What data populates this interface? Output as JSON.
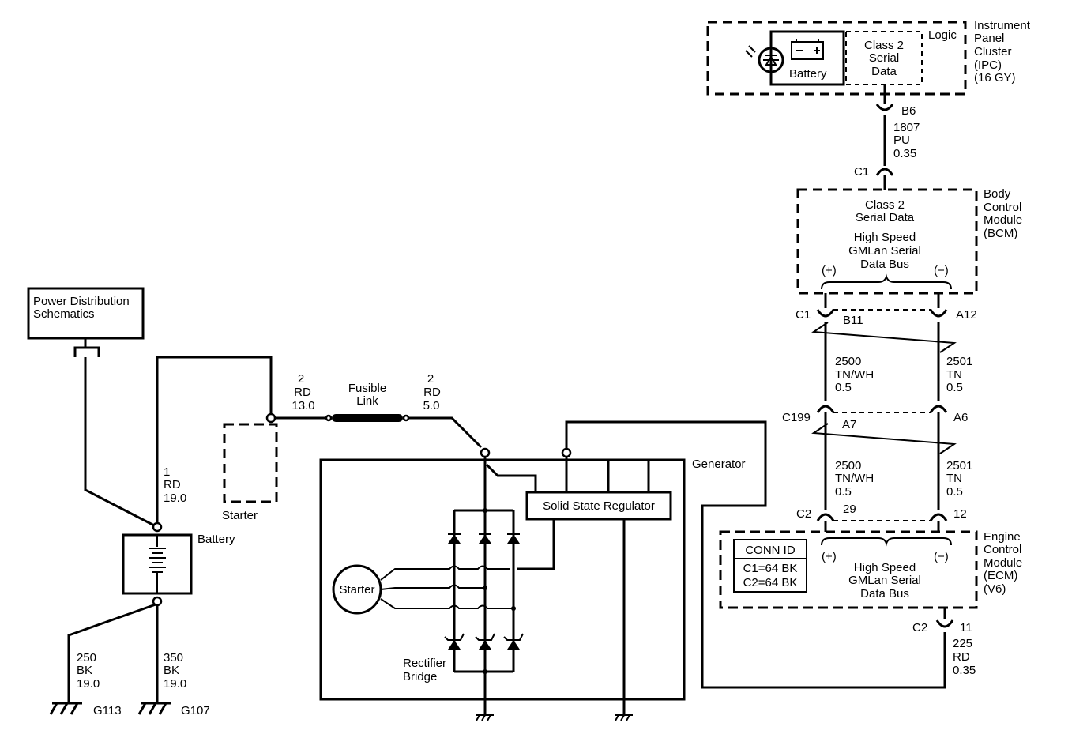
{
  "ipc": {
    "battery_label": "Battery",
    "class2_lines": [
      "Class 2",
      "Serial",
      "Data"
    ],
    "logic": "Logic",
    "name_lines": [
      "Instrument",
      "Panel",
      "Cluster",
      "(IPC)",
      "(16 GY)"
    ]
  },
  "wire_ipc_bcm": {
    "conn_top": "B6",
    "lines": [
      "1807",
      "PU",
      "0.35"
    ],
    "conn_bottom": "C1"
  },
  "bcm": {
    "class2_lines": [
      "Class 2",
      "Serial Data"
    ],
    "gmlan_lines": [
      "High Speed",
      "GMLan Serial",
      "Data Bus"
    ],
    "plus": "(+)",
    "minus": "(−)",
    "name_lines": [
      "Body",
      "Control",
      "Module",
      "(BCM)"
    ]
  },
  "bcm_connectors": {
    "c1": "C1",
    "b11": "B11",
    "a12": "A12"
  },
  "wires_upper": {
    "left_lines": [
      "2500",
      "TN/WH",
      "0.5"
    ],
    "right_lines": [
      "2501",
      "TN",
      "0.5"
    ]
  },
  "c199_connectors": {
    "c199": "C199",
    "a7": "A7",
    "a6": "A6"
  },
  "wires_lower": {
    "left_lines": [
      "2500",
      "TN/WH",
      "0.5"
    ],
    "right_lines": [
      "2501",
      "TN",
      "0.5"
    ]
  },
  "ecm_connectors": {
    "c2": "C2",
    "pin29": "29",
    "pin12": "12"
  },
  "ecm": {
    "conn_id_title": "CONN ID",
    "conn_id_lines": [
      "C1=64 BK",
      "C2=64 BK"
    ],
    "plus": "(+)",
    "minus": "(−)",
    "gmlan_lines": [
      "High Speed",
      "GMLan Serial",
      "Data Bus"
    ],
    "name_lines": [
      "Engine",
      "Control",
      "Module",
      "(ECM)",
      "(V6)"
    ]
  },
  "wire_ecm_gen": {
    "conn": "C2",
    "pin": "11",
    "lines": [
      "225",
      "RD",
      "0.35"
    ]
  },
  "power_dist": {
    "lines": [
      "Power Distribution",
      "Schematics"
    ]
  },
  "battery_circuit": {
    "wire1_lines": [
      "1",
      "RD",
      "19.0"
    ],
    "battery_label": "Battery",
    "starter_label": "Starter",
    "wire_to_fusible_lines": [
      "2",
      "RD",
      "13.0"
    ],
    "fusible_lines": [
      "Fusible",
      "Link"
    ],
    "wire_after_fusible_lines": [
      "2",
      "RD",
      "5.0"
    ],
    "ground_left_lines": [
      "250",
      "BK",
      "19.0"
    ],
    "ground_right_lines": [
      "350",
      "BK",
      "19.0"
    ],
    "g113": "G113",
    "g107": "G107"
  },
  "generator": {
    "name": "Generator",
    "regulator": "Solid State Regulator",
    "starter": "Starter",
    "rectifier_lines": [
      "Rectifier",
      "Bridge"
    ]
  }
}
